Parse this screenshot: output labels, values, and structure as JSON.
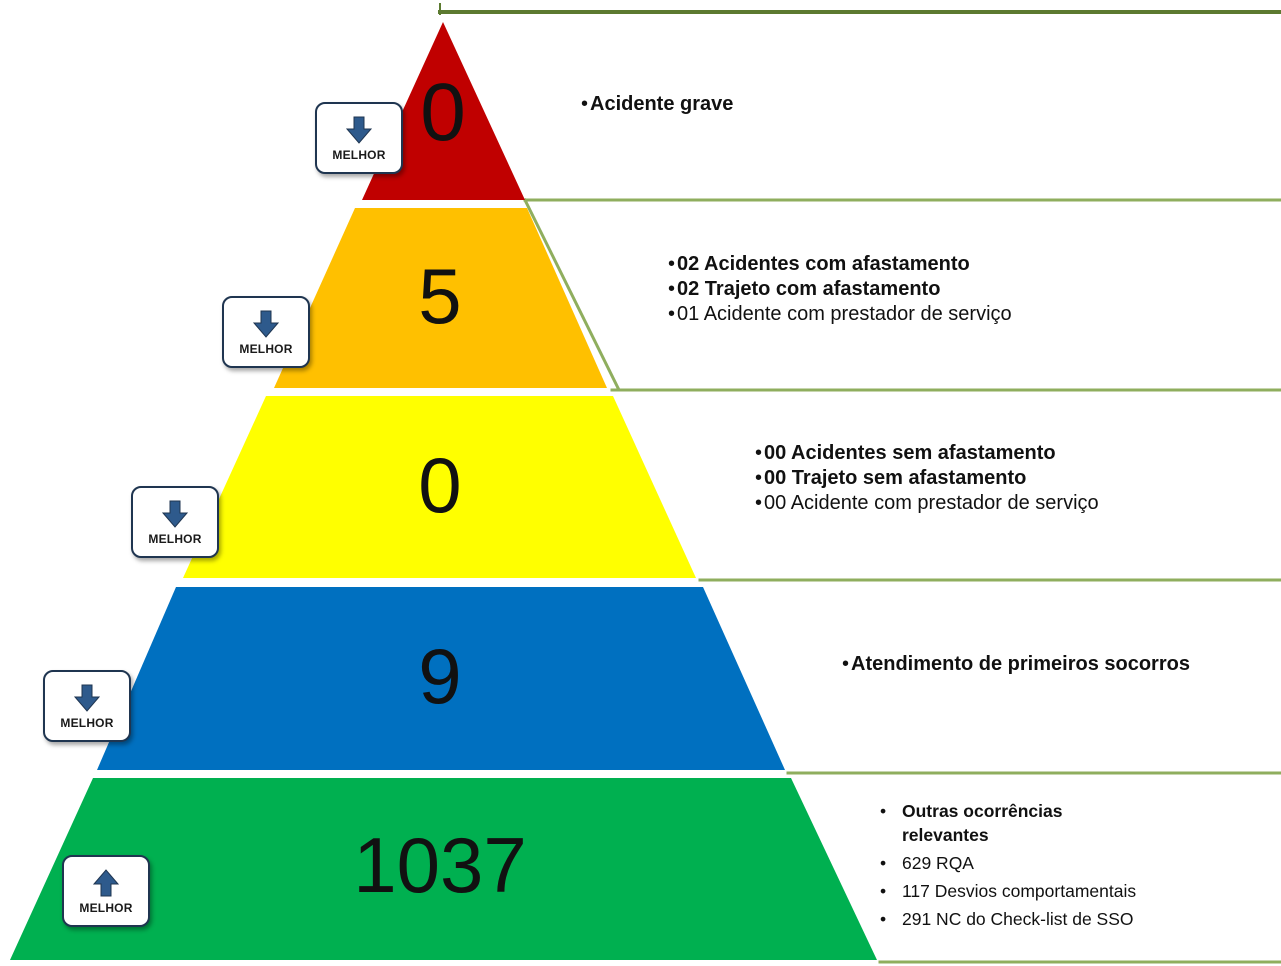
{
  "colors": {
    "level1": "#c00000",
    "level2": "#ffc000",
    "level3": "#ffff00",
    "level4": "#0070c0",
    "level5": "#00b050",
    "separator": "#7a9a45",
    "badge_arrow": "#2e5a8c"
  },
  "badge": {
    "label": "MELHOR",
    "icon_down": "arrow-down-icon",
    "icon_up": "arrow-up-icon"
  },
  "levels": [
    {
      "value": "0",
      "trend": "down",
      "items": [
        {
          "text": "Acidente grave",
          "bold": true
        }
      ]
    },
    {
      "value": "5",
      "trend": "down",
      "items": [
        {
          "text": "02 Acidentes com afastamento",
          "bold": true
        },
        {
          "text": "02 Trajeto com afastamento",
          "bold": true
        },
        {
          "text": "01 Acidente com prestador de serviço",
          "bold": false
        }
      ]
    },
    {
      "value": "0",
      "trend": "down",
      "items": [
        {
          "text": "00 Acidentes sem afastamento",
          "bold": true
        },
        {
          "text": "00 Trajeto sem afastamento",
          "bold": true
        },
        {
          "text": "00 Acidente com prestador de serviço",
          "bold": false
        }
      ]
    },
    {
      "value": "9",
      "trend": "down",
      "items": [
        {
          "text": "Atendimento de primeiros socorros",
          "bold": true
        }
      ]
    },
    {
      "value": "1037",
      "trend": "up",
      "items": [
        {
          "text": "Outras ocorrências relevantes",
          "bold": true
        },
        {
          "text": "629 RQA",
          "bold": false
        },
        {
          "text": "117 Desvios comportamentais",
          "bold": false
        },
        {
          "text": "291 NC do Check-list de SSO",
          "bold": false
        }
      ]
    }
  ]
}
